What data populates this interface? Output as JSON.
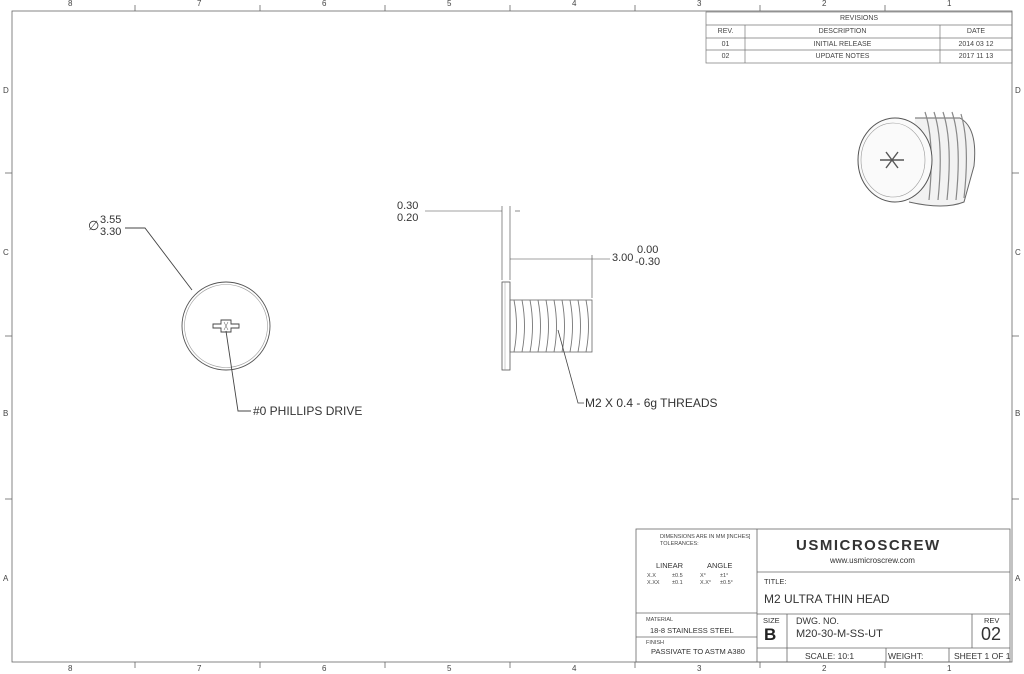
{
  "frame": {
    "top_zones": [
      "8",
      "7",
      "6",
      "5",
      "4",
      "3",
      "2",
      "1"
    ],
    "side_zones": [
      "D",
      "C",
      "B",
      "A"
    ]
  },
  "revisions": {
    "heading": "REVISIONS",
    "columns": [
      "REV.",
      "DESCRIPTION",
      "DATE"
    ],
    "rows": [
      {
        "rev": "01",
        "description": "INITIAL RELEASE",
        "date": "2014 03 12"
      },
      {
        "rev": "02",
        "description": "UPDATE NOTES",
        "date": "2017 11 13"
      }
    ]
  },
  "dimensions": {
    "diameter_symbol": "∅",
    "diameter_upper": "3.55",
    "diameter_lower": "3.30",
    "head_upper": "0.30",
    "head_lower": "0.20",
    "length_nominal": "3.00",
    "length_tol_upper": "0.00",
    "length_tol_lower": "-0.30"
  },
  "notes": {
    "drive": "#0 PHILLIPS DRIVE",
    "threads": "M2 X 0.4 - 6g THREADS"
  },
  "title_block": {
    "dimensions_note_1": "DIMENSIONS ARE IN MM [INCHES]",
    "dimensions_note_2": "TOLERANCES:",
    "linear_label": "LINEAR",
    "angle_label": "ANGLE",
    "tol_xx": "X.X",
    "tol_xx_val": "±0.5",
    "tol_xxx": "X.XX",
    "tol_xxx_val": "±0.1",
    "ang_x": "X°",
    "ang_x_val": "±1°",
    "ang_xx": "X.X°",
    "ang_xx_val": "±0.5°",
    "material_label": "MATERIAL",
    "material": "18-8 STAINLESS STEEL",
    "finish_label": "FINISH",
    "finish": "PASSIVATE TO ASTM A380",
    "company": "USMICROSCREW",
    "website": "www.usmicroscrew.com",
    "title_label": "TITLE:",
    "title": "M2 ULTRA THIN HEAD",
    "size_label": "SIZE",
    "size": "B",
    "dwg_label": "DWG. NO.",
    "dwg_no": "M20-30-M-SS-UT",
    "rev_label": "REV",
    "rev": "02",
    "scale": "SCALE: 10:1",
    "weight": "WEIGHT:",
    "sheet": "SHEET 1 OF 1"
  }
}
